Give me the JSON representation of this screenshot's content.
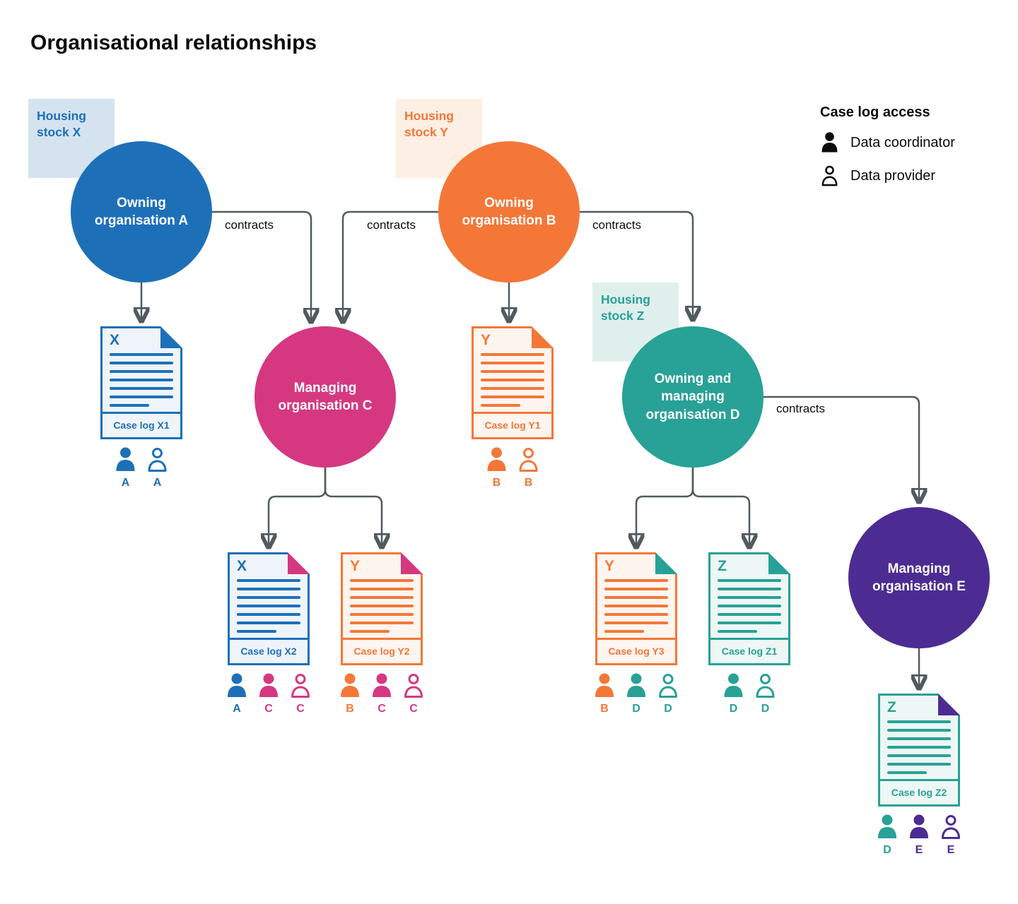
{
  "title": "Organisational relationships",
  "legend": {
    "title": "Case log access",
    "items": [
      {
        "icon": "data-coordinator-icon",
        "label": "Data coordinator"
      },
      {
        "icon": "data-provider-icon",
        "label": "Data provider"
      }
    ]
  },
  "contracts_label": "contracts",
  "housing_stocks": {
    "x": {
      "label": "Housing stock X",
      "color": "#1d70b8"
    },
    "y": {
      "label": "Housing stock Y",
      "color": "#f47738"
    },
    "z": {
      "label": "Housing stock Z",
      "color": "#28a197"
    }
  },
  "organisations": {
    "a": {
      "label": "Owning organisation A",
      "color": "#1d70b8"
    },
    "b": {
      "label": "Owning organisation B",
      "color": "#f47738"
    },
    "c": {
      "label": "Managing organisation C",
      "color": "#d53880"
    },
    "d": {
      "label": "Owning and managing organisation D",
      "color": "#28a197"
    },
    "e": {
      "label": "Managing organisation E",
      "color": "#4c2c92"
    }
  },
  "case_logs": {
    "x1": {
      "letter": "X",
      "label": "Case log X1",
      "access": [
        {
          "role": "Data coordinator",
          "org": "A",
          "color": "#1d70b8"
        },
        {
          "role": "Data provider",
          "org": "A",
          "color": "#1d70b8"
        }
      ]
    },
    "y1": {
      "letter": "Y",
      "label": "Case log Y1",
      "access": [
        {
          "role": "Data coordinator",
          "org": "B",
          "color": "#f47738"
        },
        {
          "role": "Data provider",
          "org": "B",
          "color": "#f47738"
        }
      ]
    },
    "x2": {
      "letter": "X",
      "label": "Case log X2",
      "access": [
        {
          "role": "Data coordinator",
          "org": "A",
          "color": "#1d70b8"
        },
        {
          "role": "Data coordinator",
          "org": "C",
          "color": "#d53880"
        },
        {
          "role": "Data provider",
          "org": "C",
          "color": "#d53880"
        }
      ]
    },
    "y2": {
      "letter": "Y",
      "label": "Case log Y2",
      "access": [
        {
          "role": "Data coordinator",
          "org": "B",
          "color": "#f47738"
        },
        {
          "role": "Data coordinator",
          "org": "C",
          "color": "#d53880"
        },
        {
          "role": "Data provider",
          "org": "C",
          "color": "#d53880"
        }
      ]
    },
    "y3": {
      "letter": "Y",
      "label": "Case log Y3",
      "access": [
        {
          "role": "Data coordinator",
          "org": "B",
          "color": "#f47738"
        },
        {
          "role": "Data coordinator",
          "org": "D",
          "color": "#28a197"
        },
        {
          "role": "Data provider",
          "org": "D",
          "color": "#28a197"
        }
      ]
    },
    "z1": {
      "letter": "Z",
      "label": "Case log Z1",
      "access": [
        {
          "role": "Data coordinator",
          "org": "D",
          "color": "#28a197"
        },
        {
          "role": "Data provider",
          "org": "D",
          "color": "#28a197"
        }
      ]
    },
    "z2": {
      "letter": "Z",
      "label": "Case log Z2",
      "access": [
        {
          "role": "Data coordinator",
          "org": "D",
          "color": "#28a197"
        },
        {
          "role": "Data coordinator",
          "org": "E",
          "color": "#4c2c92"
        },
        {
          "role": "Data provider",
          "org": "E",
          "color": "#4c2c92"
        }
      ]
    }
  },
  "colors": {
    "blue": "#1d70b8",
    "orange": "#f47738",
    "pink": "#d53880",
    "teal": "#28a197",
    "purple": "#4c2c92",
    "arrow": "#505a5f",
    "ink": "#0b0c0c",
    "blueBox": "#d5e3f1",
    "orangeBox": "#fdefe4",
    "tealBox": "#dff0ec",
    "blueTint": "#eef4fa",
    "orangeTint": "#fef5ef",
    "tealTint": "#edf7f5"
  }
}
